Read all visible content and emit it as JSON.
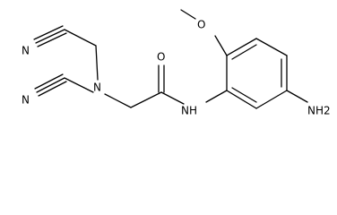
{
  "molecule": {
    "labels": {
      "n_top": "N",
      "n_bottom": "N",
      "n_amine": "N",
      "o_carbonyl": "O",
      "o_methoxy": "O",
      "nh_amide": "NH",
      "nh2": "NH2"
    }
  },
  "colors": {
    "bond": "#000000",
    "text": "#000000",
    "background": "#ffffff"
  }
}
